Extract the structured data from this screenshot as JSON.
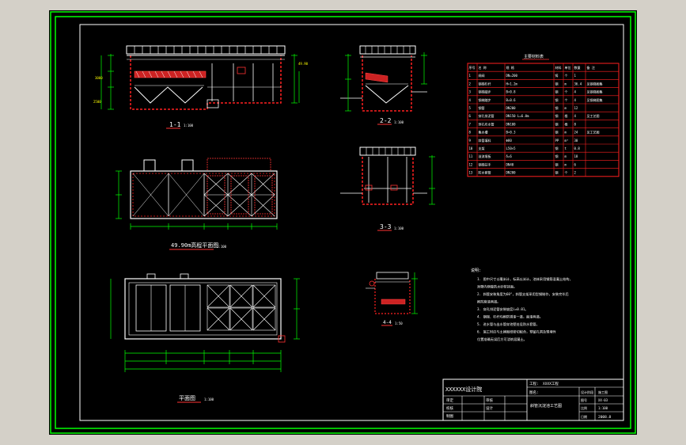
{
  "drawing": {
    "background": "#000000",
    "frame_color": "#00ff00",
    "line_color": "#ffffff",
    "accent_red": "#ff0000",
    "dim_color": "#00ff00"
  },
  "views": {
    "section_1_1": {
      "title": "1-1",
      "scale": "1:100"
    },
    "section_2_2": {
      "title": "2-2",
      "scale": "1:100"
    },
    "section_3_3": {
      "title": "3-3",
      "scale": "1:100"
    },
    "plan_upper": {
      "title": "49.90m高程平面图",
      "scale": "1:100"
    },
    "plan": {
      "title": "平面图",
      "scale": "1:100"
    },
    "detail_4_4": {
      "title": "4-4",
      "scale": "1:50"
    }
  },
  "material_table": {
    "title": "主要材料表",
    "headers": [
      "序号",
      "名 称",
      "规 格",
      "材料",
      "单位",
      "数量",
      "备 注"
    ],
    "rows": [
      [
        "1",
        "闸阀",
        "DN=200",
        "铸",
        "个",
        "1",
        ""
      ],
      [
        "2",
        "钢梯栏杆",
        "H=1.2m",
        "钢",
        "m",
        "36.4",
        "见钢梯图集"
      ],
      [
        "3",
        "钢梯踏步",
        "B=0.8",
        "钢",
        "个",
        "4",
        "见钢梯图集"
      ],
      [
        "4",
        "钢梯踏步",
        "B=0.6",
        "钢",
        "个",
        "4",
        "见钢梯图集"
      ],
      [
        "5",
        "钢管",
        "DN200",
        "钢",
        "m",
        "12",
        ""
      ],
      [
        "6",
        "穿孔排泥管",
        "DN150 L=6.0m",
        "钢",
        "根",
        "4",
        "见工艺图"
      ],
      [
        "7",
        "穿孔布水管",
        "DN100",
        "钢",
        "根",
        "8",
        ""
      ],
      [
        "8",
        "集水槽",
        "B=0.3",
        "钢",
        "m",
        "24",
        "见工艺图"
      ],
      [
        "9",
        "斜管填料",
        "Φ80",
        "PP",
        "m³",
        "30",
        ""
      ],
      [
        "10",
        "支架",
        "L50×5",
        "钢",
        "t",
        "0.8",
        ""
      ],
      [
        "11",
        "溢流堰板",
        "δ=6",
        "钢",
        "m",
        "18",
        ""
      ],
      [
        "12",
        "钢梯扶手",
        "DN40",
        "钢",
        "m",
        "6",
        ""
      ],
      [
        "13",
        "防水套管",
        "DN200",
        "钢",
        "个",
        "2",
        ""
      ]
    ]
  },
  "notes": {
    "heading": "说明:",
    "lines": [
      "1. 图中尺寸以毫米计，标高以米计。池体采用钢筋混凝土结构，",
      "   池壁内侧做防水砂浆抹面。",
      "2. 斜管安装角度为60°，斜管支架采用型钢制作，安装完毕后",
      "   刷防腐漆两道。",
      "3. 穿孔排泥管安装坡度i=0.01。",
      "4. 钢梯、栏杆均刷防锈漆一道，面漆两道。",
      "5. 进水管与出水管穿池壁处设防水套管。",
      "6. 施工时应与土建图纸密切配合，预留孔洞及预埋件",
      "   位置准确无误后方可浇筑混凝土。"
    ]
  },
  "title_block": {
    "stamp": "XXXXXX设计院",
    "project_label": "工程:",
    "project_name": "XXXX工程",
    "drawing_label": "图名:",
    "drawing_name": "斜管沉淀池工艺图",
    "stage_label": "设计阶段",
    "stage_value": "施工图",
    "roles": [
      "审定",
      "审核",
      "校核",
      "设计",
      "制图"
    ],
    "number_label": "图号",
    "number_value": "XX-03",
    "scale_label": "比例",
    "scale_value": "1:100",
    "date_label": "日期",
    "date_value": "2008.8"
  }
}
